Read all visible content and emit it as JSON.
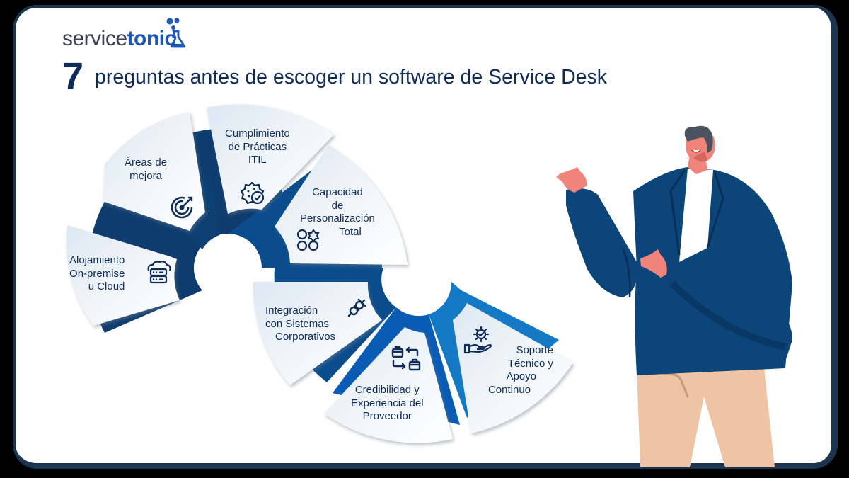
{
  "logo": {
    "light": "service",
    "bold": "tonic"
  },
  "title": {
    "number": "7",
    "text": "preguntas antes de escoger un software de Service Desk"
  },
  "colors": {
    "frame": "#1b3550",
    "title": "#0e2c57",
    "segment_dark": "#0f3c6e",
    "segment_mid": "#0b4c8c",
    "segment_bright": "#0a5bb4",
    "segment_light": "#1479c4",
    "card_tile": "#e8eff5"
  },
  "questions": [
    {
      "label_lines": [
        "Alojamiento",
        "On-premise",
        "u Cloud"
      ],
      "icon": "cloud-server-icon"
    },
    {
      "label_lines": [
        "Áreas de",
        "mejora"
      ],
      "icon": "target-icon"
    },
    {
      "label_lines": [
        "Cumplimiento",
        "de Prácticas",
        "ITIL"
      ],
      "icon": "badge-check-icon"
    },
    {
      "label_lines": [
        "Capacidad",
        "de",
        "Personalización",
        "Total"
      ],
      "icon": "shapes-icon"
    },
    {
      "label_lines": [
        "Integración",
        "con Sistemas",
        "Corporativos"
      ],
      "icon": "plug-icon"
    },
    {
      "label_lines": [
        "Credibilidad y",
        "Experiencia del",
        "Proveedor"
      ],
      "icon": "transfer-icon"
    },
    {
      "label_lines": [
        "Soporte",
        "Técnico y",
        "Apoyo",
        "Continuo"
      ],
      "icon": "support-hand-icon"
    }
  ]
}
